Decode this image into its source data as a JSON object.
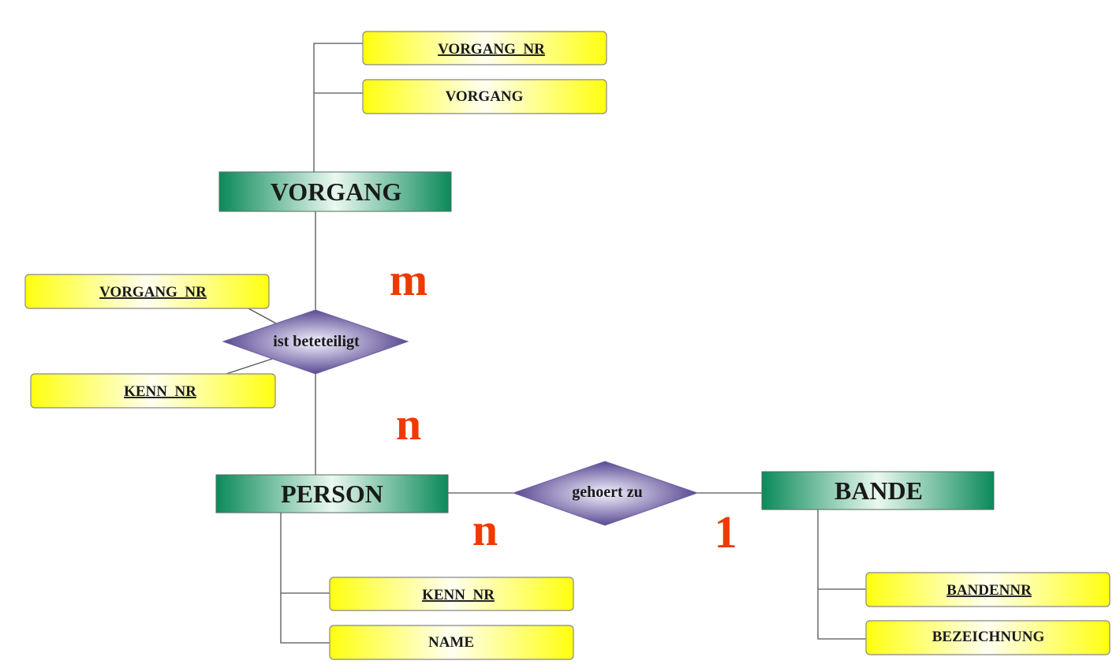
{
  "entities": {
    "vorgang": "VORGANG",
    "person": "PERSON",
    "bande": "BANDE"
  },
  "relationships": {
    "ist_beteteiligt": "ist beteteiligt",
    "gehoert_zu": "gehoert zu"
  },
  "attributes": {
    "vorgang_nr": "VORGANG_NR",
    "vorgang": "VORGANG",
    "rel_vorgang_nr": "VORGANG_NR",
    "rel_kenn_nr": "KENN_NR",
    "person_kenn_nr": "KENN_NR",
    "person_name": "NAME",
    "bandennr": "BANDENNR",
    "bezeichnung": "BEZEICHNUNG"
  },
  "cardinalities": {
    "vorgang_side": "m",
    "person_side_upper": "n",
    "person_side_lower": "n",
    "bande_side": "1"
  },
  "colors": {
    "entity_dark": "#0b8a5a",
    "entity_light": "#e9f7ef",
    "attribute_yellow": "#ffff1a",
    "relationship_dark": "#4b3a8a",
    "relationship_light": "#f0eefa",
    "cardinality": "#ee3a00"
  }
}
